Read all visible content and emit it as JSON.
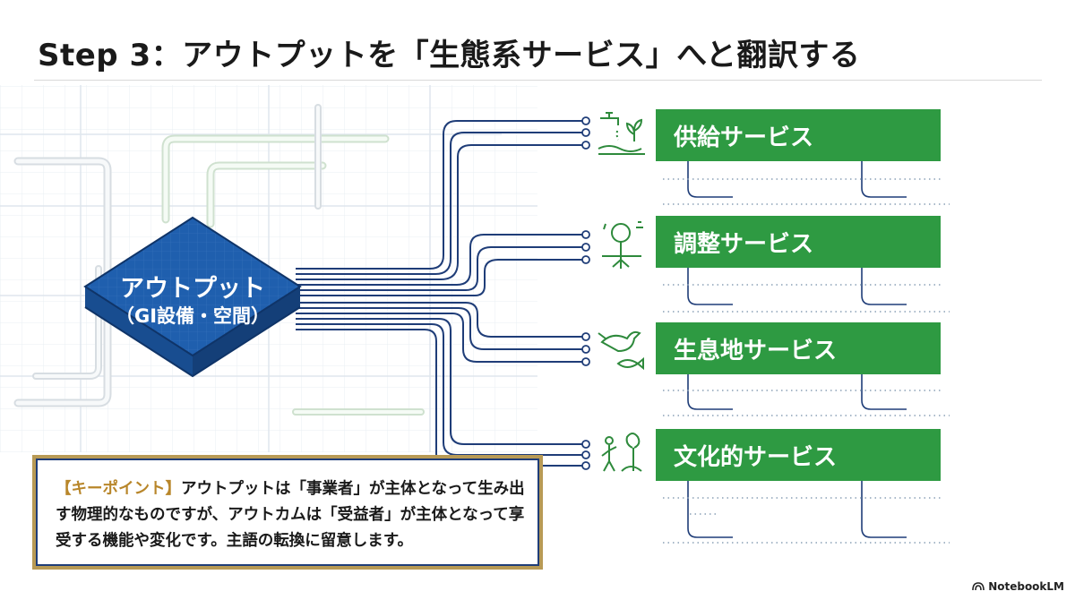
{
  "title": "Step 3：アウトプットを「生態系サービス」へと翻訳する",
  "output_block": {
    "title": "アウトプット",
    "subtitle": "（GI設備・空間）"
  },
  "services": [
    {
      "label": "供給サービス",
      "icon": "faucet-plant-icon"
    },
    {
      "label": "調整サービス",
      "icon": "tree-rain-icon"
    },
    {
      "label": "生息地サービス",
      "icon": "bird-fish-icon"
    },
    {
      "label": "文化的サービス",
      "icon": "person-tree-icon"
    }
  ],
  "key_point": {
    "heading": "【キーポイント】",
    "text": "アウトプットは「事業者」が主体となって生み出す物理的なものですが、アウトカムは「受益者」が主体となって享受する機能や変化です。主語の転換に留意します。"
  },
  "branding": "NotebookLM",
  "colors": {
    "accent_green": "#2e9a42",
    "output_blue": "#1f5fae",
    "circuit_navy": "#1f3d78",
    "gold_frame": "#b89a55"
  }
}
